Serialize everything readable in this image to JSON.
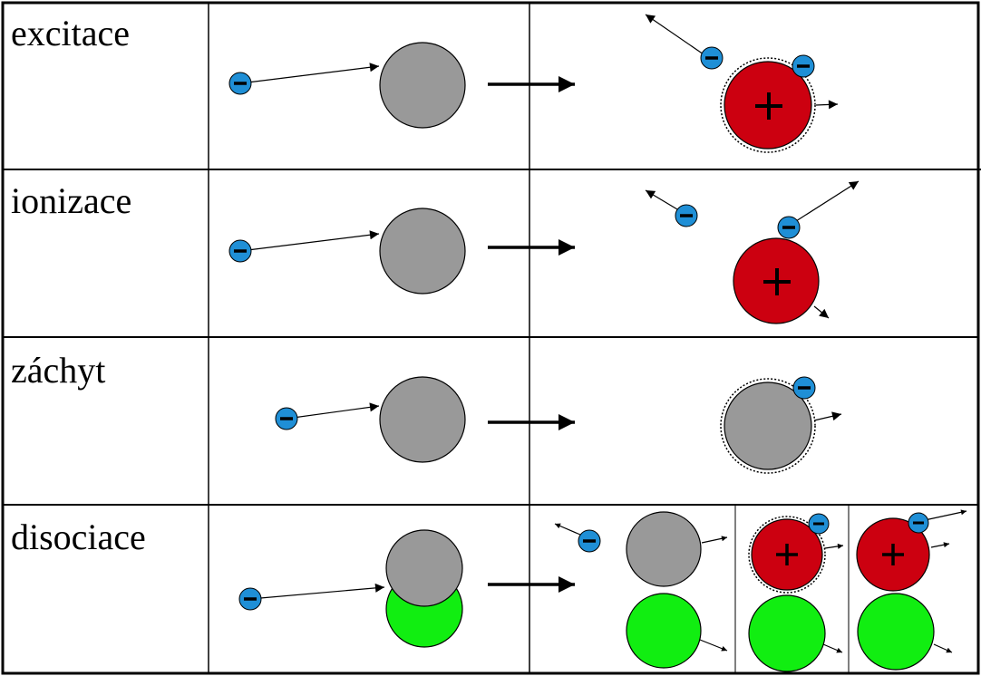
{
  "rows": [
    {
      "label": "excitace"
    },
    {
      "label": "ionizace"
    },
    {
      "label": "záchyt"
    },
    {
      "label": "disociace"
    }
  ],
  "colors": {
    "electron": "#1f8fd6",
    "atom": "#999999",
    "ion": "#cc0010",
    "green_atom": "#11ee11",
    "grid": "#000000"
  },
  "symbols": {
    "electron_sign": "−",
    "ion_sign": "+"
  }
}
